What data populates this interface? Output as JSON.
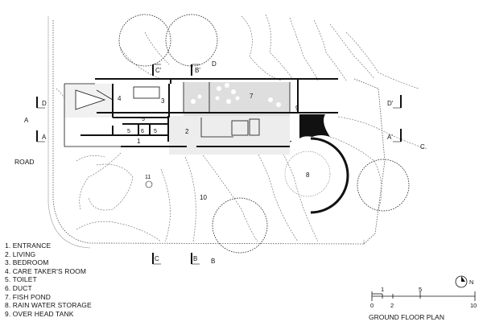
{
  "legend": [
    "1. ENTRANCE",
    "2. LIVING",
    "3. BEDROOM",
    "4. CARE TAKER'S ROOM",
    "5. TOILET",
    "6. DUCT",
    "7. FISH POND",
    "8. RAIN WATER STORAGE",
    "9. OVER HEAD TANK"
  ],
  "road_label": "ROAD",
  "plan_title": "GROUND FLOOR PLAN",
  "scale": {
    "top": [
      "1",
      "5"
    ],
    "bottom": [
      "0",
      "2",
      "10"
    ]
  },
  "north_label": "N",
  "rooms": {
    "r1": "1",
    "r2": "2",
    "r3": "3",
    "r4": "4",
    "r5a": "5",
    "r5b": "5",
    "r5c": "5",
    "r6": "6",
    "r7": "7",
    "r8": "8",
    "r9": "9",
    "r10": "10",
    "r11": "11"
  },
  "sections": {
    "a_left": "A",
    "a_left2": "A",
    "a_right": "A'",
    "b_top": "B'",
    "b_bottom": "B",
    "b_bottom2": "B",
    "c_top": "C'",
    "c_bottom": "C",
    "c_right": "C",
    "d_top": "D",
    "d_left": "D",
    "d_right": "D'"
  },
  "colors": {
    "ink": "#111111",
    "dashed": "#555555",
    "fill_light": "#e6e6e6",
    "fill_pond": "#d9d9d9"
  }
}
